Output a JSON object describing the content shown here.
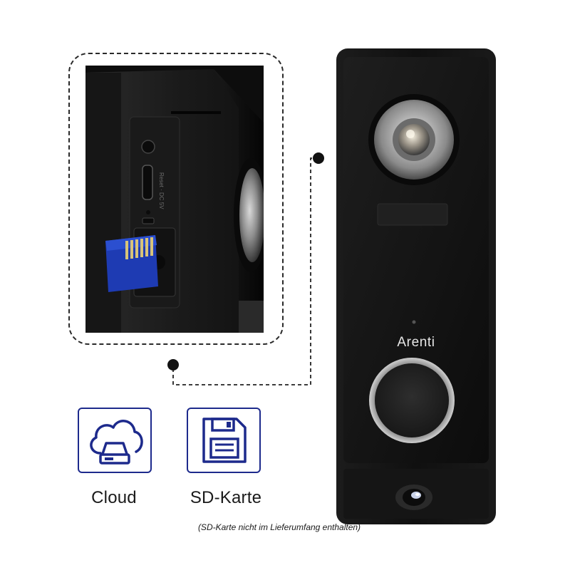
{
  "features": [
    {
      "id": "cloud",
      "label": "Cloud",
      "icon": "cloud-storage-icon"
    },
    {
      "id": "sd",
      "label": "SD-Karte",
      "icon": "floppy-disk-icon"
    }
  ],
  "footnote": "(SD-Karte nicht im Lieferumfang enthalten)",
  "device": {
    "brand": "Arenti",
    "port_label": "Reset · DC 5V"
  },
  "colors": {
    "accent": "#1d2a8c",
    "sd_card": "#1e3bb3",
    "device_body": "#141414"
  }
}
